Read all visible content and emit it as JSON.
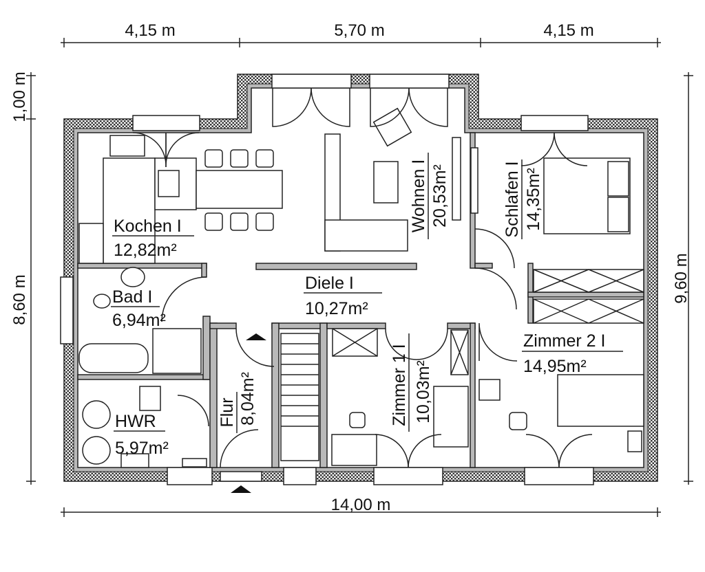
{
  "dimensions": {
    "top": [
      "4,15 m",
      "5,70 m",
      "4,15 m"
    ],
    "bottom": "14,00 m",
    "left_upper": "1,00 m",
    "left_lower": "8,60 m",
    "right": "9,60 m"
  },
  "rooms": [
    {
      "name": "Kochen I",
      "area": "12,82m²"
    },
    {
      "name": "Bad I",
      "area": "6,94m²"
    },
    {
      "name": "HWR",
      "area": "5,97m²"
    },
    {
      "name": "Diele I",
      "area": "10,27m²"
    },
    {
      "name": "Wohnen I",
      "area": "20,53m²"
    },
    {
      "name": "Schlafen I",
      "area": "14,35m²"
    },
    {
      "name": "Zimmer 1 I",
      "area": "10,03m²"
    },
    {
      "name": "Zimmer 2 I",
      "area": "14,95m²"
    },
    {
      "name": "Flur",
      "area": "8,04m²"
    }
  ],
  "colors": {
    "wall_fill": "#b9b9b9",
    "line": "#222222"
  }
}
